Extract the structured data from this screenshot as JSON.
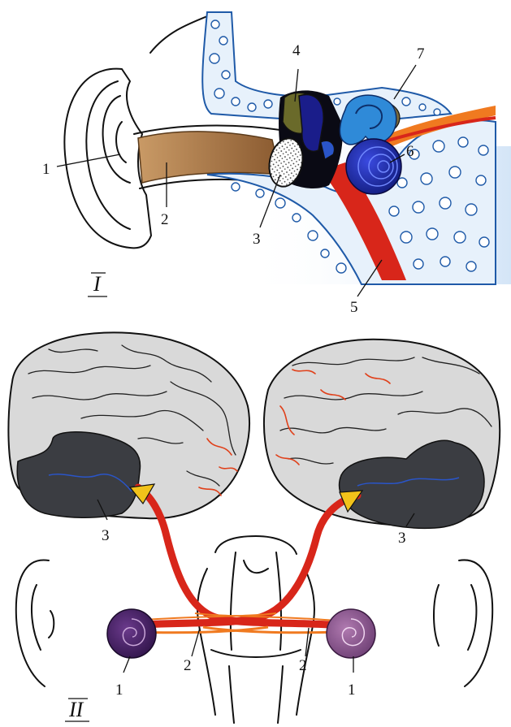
{
  "figure": {
    "panel_I": {
      "roman": "I",
      "labels": [
        {
          "id": "1",
          "text": "1"
        },
        {
          "id": "2",
          "text": "2"
        },
        {
          "id": "3",
          "text": "3"
        },
        {
          "id": "4",
          "text": "4"
        },
        {
          "id": "5",
          "text": "5"
        },
        {
          "id": "6",
          "text": "6"
        },
        {
          "id": "7",
          "text": "7"
        }
      ]
    },
    "panel_II": {
      "roman": "II",
      "labels": [
        {
          "id": "3-left",
          "text": "3"
        },
        {
          "id": "3-right",
          "text": "3"
        },
        {
          "id": "2-left",
          "text": "2"
        },
        {
          "id": "2-right",
          "text": "2"
        },
        {
          "id": "1-left",
          "text": "1"
        },
        {
          "id": "1-right",
          "text": "1"
        }
      ]
    }
  },
  "colors": {
    "canal": "#b98a58",
    "inner_blue": "#2a55c8",
    "dark_blue": "#1a1d8a",
    "artery_red": "#d8261a",
    "nerve_orange": "#f07a20",
    "cortex_gray": "#d9d9d9",
    "auditory_cortex": "#3b3d42",
    "cochlea_left": "#4a2468",
    "cochlea_right": "#8a5a8e",
    "arrow_yellow": "#f2c21a"
  }
}
